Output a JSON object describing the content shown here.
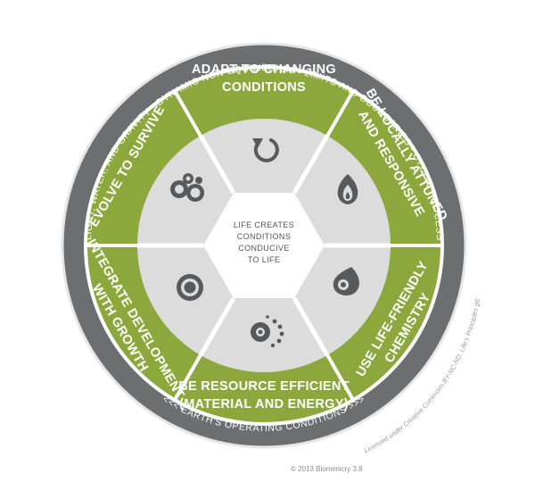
{
  "outer_ring": {
    "conditions": [
      "SUNLIGHT, WATER, AND GRAVITY",
      "DYNAMIC NON-EQUILIBRIUM",
      "LIMITS AND BOUNDARIES",
      "CYCLIC PROCESSES"
    ],
    "bottom_label": "<<< EARTH'S OPERATING CONDITIONS >>>"
  },
  "principles": {
    "top": [
      "ADAPT TO CHANGING",
      "CONDITIONS"
    ],
    "upper_right": [
      "BE LOCALLY ATTUNED",
      "AND RESPONSIVE"
    ],
    "lower_right": [
      "USE LIFE-FRIENDLY",
      "CHEMISTRY"
    ],
    "bottom": [
      "BE RESOURCE EFFICIENT",
      "(MATERIAL AND ENERGY)"
    ],
    "lower_left": [
      "INTEGRATE DEVELOPMENT",
      "WITH GROWTH"
    ],
    "upper_left": [
      "EVOLVE TO SURVIVE"
    ]
  },
  "center": [
    "LIFE CREATES",
    "CONDITIONS",
    "CONDUCIVE",
    "TO LIFE"
  ],
  "icons": {
    "top": "cycle-arrow-icon",
    "upper_right": "flame-leaf-icon",
    "lower_right": "drop-icon",
    "bottom": "dots-spiral-icon",
    "lower_left": "concentric-circle-icon",
    "upper_left": "bubbles-icon"
  },
  "license": "Licensed under Creative Commons BY-NC-ND. Life's Principles g6",
  "copyright": "© 2013 Biomimicry 3.8",
  "colors": {
    "outer_ring": "#6d6e70",
    "green": "#8ca83c",
    "light_gray": "#dcdcdc",
    "center": "#ffffff",
    "icon": "#58595b"
  }
}
